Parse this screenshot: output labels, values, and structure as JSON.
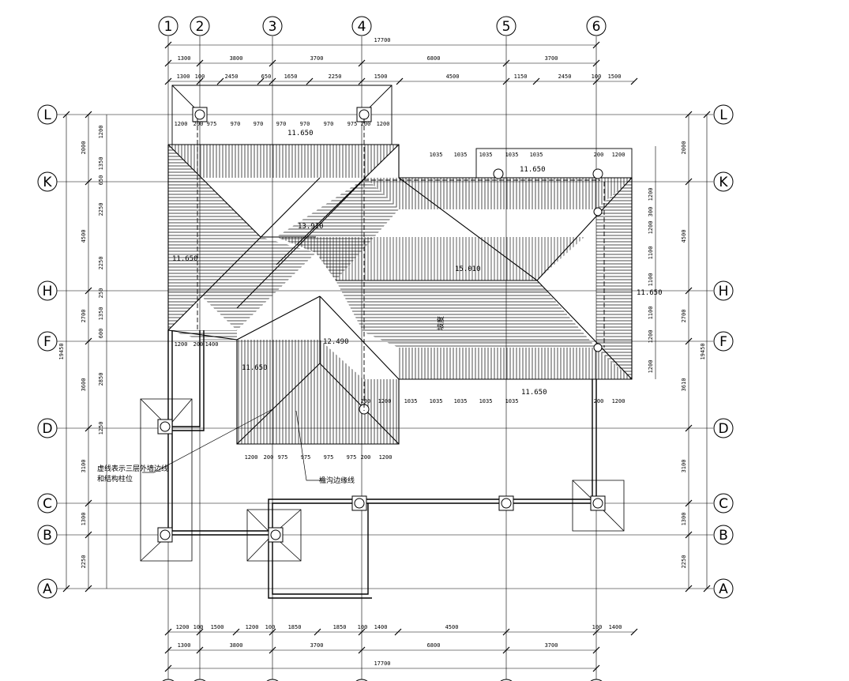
{
  "grid": {
    "columns": [
      "1",
      "2",
      "3",
      "4",
      "5",
      "6"
    ],
    "rows": [
      "L",
      "K",
      "H",
      "F",
      "D",
      "C",
      "B",
      "A"
    ]
  },
  "dims_top": {
    "total": "17700",
    "main": [
      "1300",
      "3800",
      "3700",
      "6800",
      "3700"
    ],
    "detail": [
      "1300",
      "100",
      "2450",
      "650",
      "1650",
      "2250",
      "1500",
      "4500",
      "1150",
      "2450",
      "100",
      "1500"
    ]
  },
  "dims_bottom": {
    "total": "17700",
    "main": [
      "1300",
      "3800",
      "3700",
      "6800",
      "3700"
    ],
    "detail": [
      "1200",
      "100",
      "1500",
      "1200",
      "100",
      "1850",
      "1850",
      "100",
      "1400",
      "4500",
      "100",
      "1400"
    ]
  },
  "dims_left": {
    "total": "19450",
    "main": [
      "2000",
      "4500",
      "2700",
      "3600",
      "3100",
      "1300",
      "2250"
    ],
    "detail": [
      "1200",
      "1350",
      "650",
      "2250",
      "2250",
      "250",
      "1350",
      "600",
      "2850",
      "1250",
      "3100",
      "1300",
      "2250"
    ]
  },
  "dims_right": {
    "total": "19450",
    "main": [
      "2000",
      "4500",
      "2700",
      "3610",
      "3100",
      "1300",
      "2250"
    ],
    "detail": [
      "1200",
      "300",
      "1200",
      "1100",
      "1100",
      "1100",
      "1200",
      "1200"
    ]
  },
  "roof_dims": {
    "top_row": [
      "1200",
      "200",
      "975",
      "970",
      "970",
      "970",
      "970",
      "970",
      "975",
      "200",
      "1200"
    ],
    "right_top_row": [
      "1035",
      "1035",
      "1035",
      "1035",
      "1035",
      "200",
      "1200"
    ],
    "mid_left_row": [
      "1200",
      "200",
      "1400"
    ],
    "lower_row": [
      "1200",
      "200",
      "975",
      "975",
      "975",
      "975",
      "200",
      "1200"
    ],
    "lower_right_row": [
      "200",
      "1200",
      "1035",
      "1035",
      "1035",
      "1035",
      "1035",
      "200",
      "1200"
    ]
  },
  "elevations": {
    "e1": "11.650",
    "e2": "13.910",
    "e3": "11.650",
    "e4": "15.010",
    "e5": "12.490",
    "e6": "11.650",
    "e7": "11.650",
    "e8": "11.650",
    "e9": "11.650"
  },
  "notes": {
    "leader_left": "虚线表示三层外墙边线",
    "leader_left_2": "和结构柱位",
    "leader_bottom": "檐沟边缘线",
    "center_text": "坡度"
  },
  "colors": {
    "ink": "#000000",
    "paper": "#ffffff"
  }
}
